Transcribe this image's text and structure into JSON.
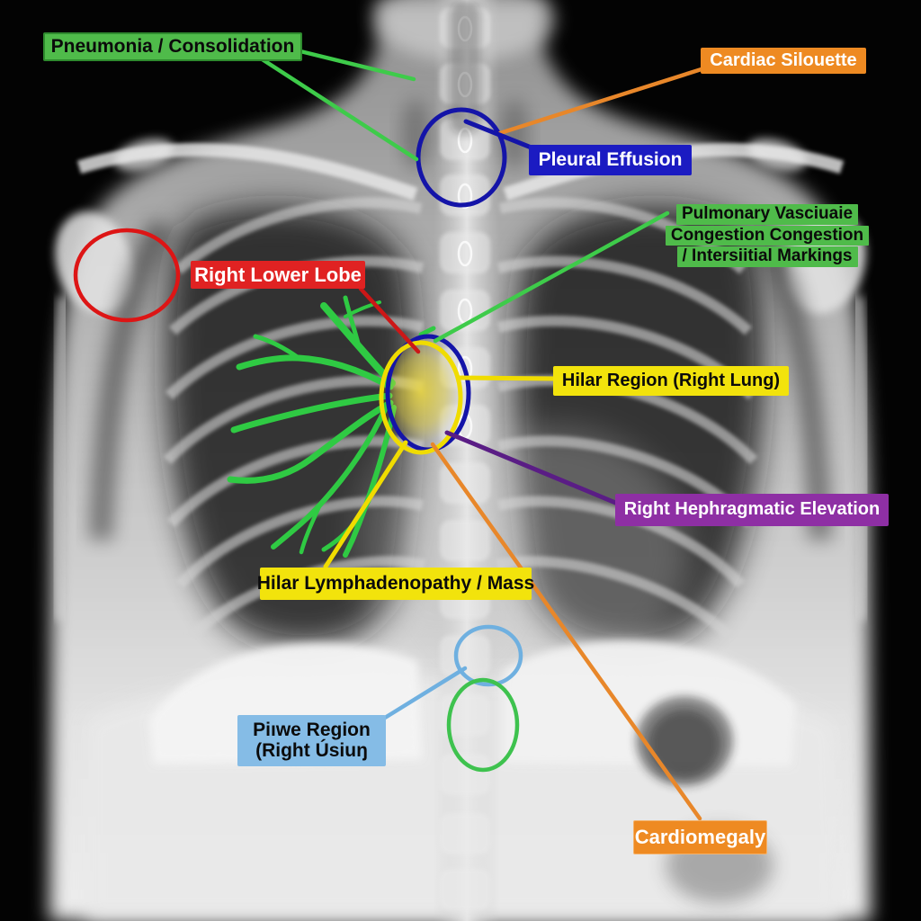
{
  "image": {
    "description": "Annotated chest X-ray (frontal view) with labeled findings"
  },
  "colors": {
    "label_green": "#4fbb4a",
    "label_orange": "#ee8a22",
    "label_blue": "#1b1bc2",
    "label_red": "#e02222",
    "label_yellow": "#f2e30c",
    "label_purple": "#8e2fa4",
    "label_light_blue": "#85bce6",
    "line_green": "#3ecb4a",
    "line_orange": "#e8872a",
    "line_navy": "#1414a8",
    "line_red": "#cc1717",
    "line_yellow": "#f0dc00",
    "line_purple": "#5a1d85",
    "line_light_blue": "#6fb0e0",
    "circle_red": "#dd1515",
    "circle_green": "#3ec24e",
    "tree_green": "#2fca43",
    "hilar_glow": "#ecd83e"
  },
  "labels": {
    "pneumonia": {
      "text": "Pneumonia / Consolidation"
    },
    "cardiac": {
      "text": "Cardiac Silouette"
    },
    "pleural": {
      "text": "Pleural Effusion"
    },
    "pulmonary": {
      "line1": "Pulmonary Vasciuaie",
      "line2": "Congestion Congestion",
      "line3": "/ Intersiitial Markings"
    },
    "right_lower_lobe": {
      "text": "Right Lower Lobe"
    },
    "hilar_region": {
      "text": "Hilar Region (Right Lung)"
    },
    "diaphragm": {
      "text": "Right Hephragmatic Elevation"
    },
    "hilar_lymph": {
      "text": "Hilar Lymphadenopathy / Mass"
    },
    "piuwe": {
      "line1": "Piıwe Region",
      "line2": "(Right Úsiuŋ"
    },
    "cardiomegaly": {
      "text": "Cardiomegaly"
    }
  }
}
